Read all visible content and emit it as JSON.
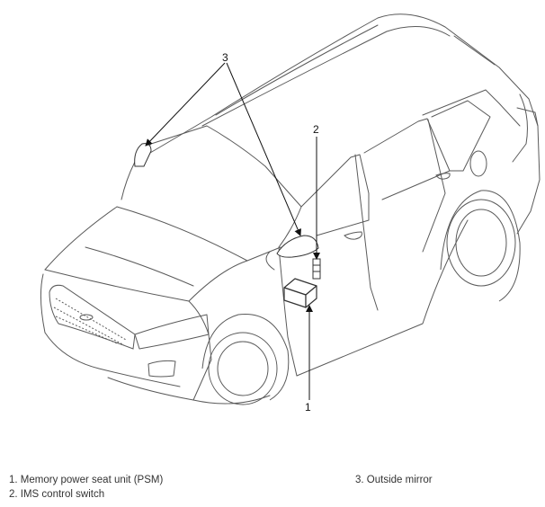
{
  "callouts": [
    {
      "number": "1"
    },
    {
      "number": "2"
    },
    {
      "number": "3"
    }
  ],
  "legend": [
    {
      "number": "1",
      "text": "1. Memory power seat unit (PSM)"
    },
    {
      "number": "2",
      "text": "2. IMS control switch"
    },
    {
      "number": "3",
      "text": "3. Outside mirror"
    }
  ],
  "colors": {
    "line": "#5a5a5a",
    "arrow": "#111111",
    "background": "#ffffff"
  }
}
